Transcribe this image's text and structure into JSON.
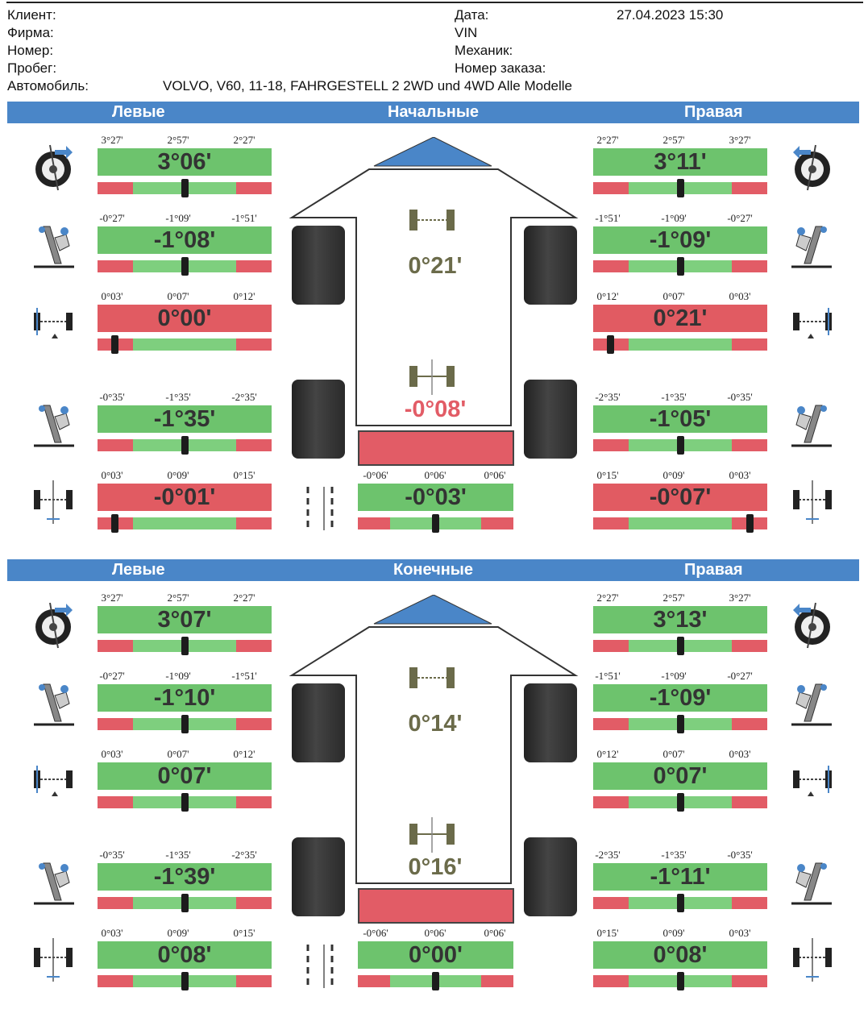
{
  "header": {
    "client_label": "Клиент:",
    "firm_label": "Фирма:",
    "number_label": "Номер:",
    "mileage_label": "Пробег:",
    "car_label": "Автомобиль:",
    "car_value": "VOLVO, V60, 11-18, FAHRGESTELL 2 2WD und 4WD Alle Modelle",
    "date_label": "Дата:",
    "date_value": "27.04.2023  15:30",
    "vin_label": "VIN",
    "mechanic_label": "Механик:",
    "order_label": "Номер заказа:"
  },
  "colors": {
    "band": "#4a86c8",
    "green": "#6dc36d",
    "red": "#e15b62",
    "axle_green": "#6b6b4a",
    "alert_red": "#e25c66"
  },
  "sections": [
    {
      "title_left": "Левые",
      "title_center": "Начальные",
      "title_right": "Правая",
      "left": [
        {
          "icon": "camber-wheel-icon",
          "ticks": [
            "3°27'",
            "2°57'",
            "2°27'"
          ],
          "value": "3°06'",
          "status": "green",
          "marker": 0.5
        },
        {
          "icon": "caster-suspension-icon",
          "ticks": [
            "-0°27'",
            "-1°09'",
            "-1°51'"
          ],
          "value": "-1°08'",
          "status": "green",
          "marker": 0.5
        },
        {
          "icon": "toe-axle-icon",
          "ticks": [
            "0°03'",
            "0°07'",
            "0°12'"
          ],
          "value": "0°00'",
          "status": "red",
          "marker": 0.1
        },
        {
          "icon": "caster-suspension-icon",
          "ticks": [
            "-0°35'",
            "-1°35'",
            "-2°35'"
          ],
          "value": "-1°35'",
          "status": "green",
          "marker": 0.5
        },
        {
          "icon": "rear-toe-axle-icon",
          "ticks": [
            "0°03'",
            "0°09'",
            "0°15'"
          ],
          "value": "-0°01'",
          "status": "red",
          "marker": 0.1
        }
      ],
      "right": [
        {
          "icon": "camber-wheel-icon",
          "ticks": [
            "2°27'",
            "2°57'",
            "3°27'"
          ],
          "value": "3°11'",
          "status": "green",
          "marker": 0.5
        },
        {
          "icon": "caster-suspension-icon",
          "ticks": [
            "-1°51'",
            "-1°09'",
            "-0°27'"
          ],
          "value": "-1°09'",
          "status": "green",
          "marker": 0.5
        },
        {
          "icon": "toe-axle-icon",
          "ticks": [
            "0°12'",
            "0°07'",
            "0°03'"
          ],
          "value": "0°21'",
          "status": "red",
          "marker": 0.1
        },
        {
          "icon": "caster-suspension-icon",
          "ticks": [
            "-2°35'",
            "-1°35'",
            "-0°35'"
          ],
          "value": "-1°05'",
          "status": "green",
          "marker": 0.5
        },
        {
          "icon": "rear-toe-axle-icon",
          "ticks": [
            "0°15'",
            "0°09'",
            "0°03'"
          ],
          "value": "-0°07'",
          "status": "red",
          "marker": 0.9
        }
      ],
      "front_total": {
        "value": "0°21'",
        "color": "#6b6b4a"
      },
      "rear_total": {
        "value": "-0°08'",
        "color": "#e25c66"
      },
      "thrust": {
        "ticks": [
          "-0°06'",
          "0°06'",
          "0°06'"
        ],
        "value": "-0°03'",
        "marker": 0.5
      }
    },
    {
      "title_left": "Левые",
      "title_center": "Конечные",
      "title_right": "Правая",
      "left": [
        {
          "icon": "camber-wheel-icon",
          "ticks": [
            "3°27'",
            "2°57'",
            "2°27'"
          ],
          "value": "3°07'",
          "status": "green",
          "marker": 0.5
        },
        {
          "icon": "caster-suspension-icon",
          "ticks": [
            "-0°27'",
            "-1°09'",
            "-1°51'"
          ],
          "value": "-1°10'",
          "status": "green",
          "marker": 0.5
        },
        {
          "icon": "toe-axle-icon",
          "ticks": [
            "0°03'",
            "0°07'",
            "0°12'"
          ],
          "value": "0°07'",
          "status": "green",
          "marker": 0.5
        },
        {
          "icon": "caster-suspension-icon",
          "ticks": [
            "-0°35'",
            "-1°35'",
            "-2°35'"
          ],
          "value": "-1°39'",
          "status": "green",
          "marker": 0.5
        },
        {
          "icon": "rear-toe-axle-icon",
          "ticks": [
            "0°03'",
            "0°09'",
            "0°15'"
          ],
          "value": "0°08'",
          "status": "green",
          "marker": 0.5
        }
      ],
      "right": [
        {
          "icon": "camber-wheel-icon",
          "ticks": [
            "2°27'",
            "2°57'",
            "3°27'"
          ],
          "value": "3°13'",
          "status": "green",
          "marker": 0.5
        },
        {
          "icon": "caster-suspension-icon",
          "ticks": [
            "-1°51'",
            "-1°09'",
            "-0°27'"
          ],
          "value": "-1°09'",
          "status": "green",
          "marker": 0.5
        },
        {
          "icon": "toe-axle-icon",
          "ticks": [
            "0°12'",
            "0°07'",
            "0°03'"
          ],
          "value": "0°07'",
          "status": "green",
          "marker": 0.5
        },
        {
          "icon": "caster-suspension-icon",
          "ticks": [
            "-2°35'",
            "-1°35'",
            "-0°35'"
          ],
          "value": "-1°11'",
          "status": "green",
          "marker": 0.5
        },
        {
          "icon": "rear-toe-axle-icon",
          "ticks": [
            "0°15'",
            "0°09'",
            "0°03'"
          ],
          "value": "0°08'",
          "status": "green",
          "marker": 0.5
        }
      ],
      "front_total": {
        "value": "0°14'",
        "color": "#6b6b4a"
      },
      "rear_total": {
        "value": "0°16'",
        "color": "#6b6b4a"
      },
      "thrust": {
        "ticks": [
          "-0°06'",
          "0°06'",
          "0°06'"
        ],
        "value": "0°00'",
        "marker": 0.5
      }
    }
  ]
}
